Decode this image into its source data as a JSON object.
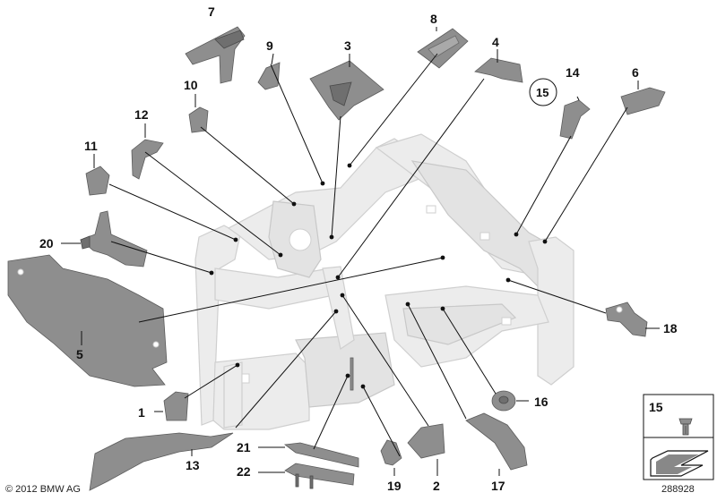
{
  "diagram": {
    "callouts": {
      "c1": "1",
      "c2": "2",
      "c3": "3",
      "c4": "4",
      "c5": "5",
      "c6": "6",
      "c7": "7",
      "c8": "8",
      "c9": "9",
      "c10": "10",
      "c11": "11",
      "c12": "12",
      "c13": "13",
      "c14": "14",
      "c15": "15",
      "c16": "16",
      "c17": "17",
      "c18": "18",
      "c19": "19",
      "c20": "20",
      "c21": "21",
      "c22": "22"
    },
    "legend": {
      "item_label": "15"
    },
    "copyright": "© 2012 BMW AG",
    "document_number": "288928"
  }
}
